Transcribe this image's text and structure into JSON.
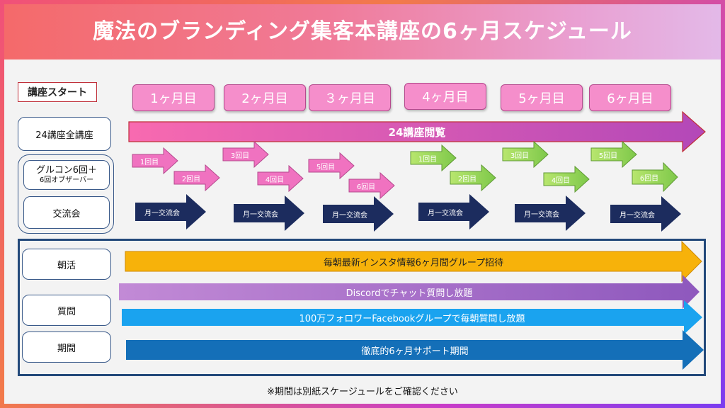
{
  "title": "魔法のブランディング集客本講座の6ヶ月スケジュール",
  "start_label": "講座スタート",
  "months": [
    "1ヶ月目",
    "2ヶ月目",
    "３ヶ月目",
    "4ヶ月目",
    "5ヶ月目",
    "6ヶ月目"
  ],
  "rows": {
    "all_lectures": "24講座全講座",
    "group_con_line1": "グルコン6回＋",
    "group_con_line2": "6回オブザーバー",
    "exchange": "交流会",
    "morning": "朝活",
    "question": "質問",
    "period": "期間"
  },
  "arrows": {
    "lectures": "24講座閲覧",
    "sessions": [
      "1回目",
      "2回目",
      "3回目",
      "4回目",
      "5回目",
      "6回目",
      "1回目",
      "2回目",
      "3回目",
      "4回目",
      "5回目",
      "6回目"
    ],
    "exchange": "月一交流会",
    "morning": "毎朝最新インスタ情報6ヶ月間グループ招待",
    "discord": "Discordでチャット質問し放題",
    "facebook": "100万フォロワーFacebookグループで毎朝質問し放題",
    "support": "徹底的6ヶ月サポート期間"
  },
  "note": "※期間は別紙スケージュールをご確認ください",
  "colors": {
    "pink": "#f58ecb",
    "green": "#9ed85a",
    "navy": "#1c2c5e",
    "orange": "#f7b20a",
    "purple": "#a472c8",
    "sky": "#1aa3ef",
    "blue": "#146fb8"
  }
}
